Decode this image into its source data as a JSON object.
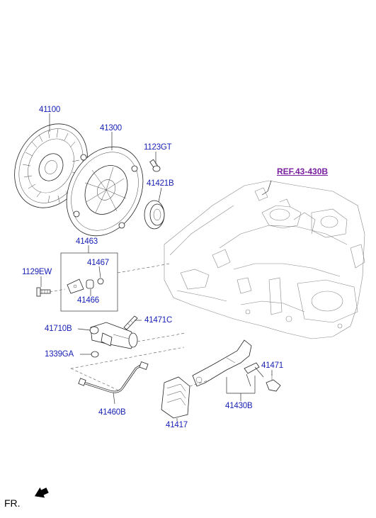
{
  "ref_link": "REF.43-430B",
  "direction_label": "FR.",
  "parts": {
    "p41100": "41100",
    "p41300": "41300",
    "p1123GT": "1123GT",
    "p41421B": "41421B",
    "p41463": "41463",
    "p41467": "41467",
    "p41466": "41466",
    "p1129EW": "1129EW",
    "p41710B": "41710B",
    "p41471C": "41471C",
    "p1339GA": "1339GA",
    "p41460B": "41460B",
    "p41417": "41417",
    "p41471": "41471",
    "p41430B": "41430B"
  },
  "colors": {
    "part_label": "#1a22b8",
    "ref_link": "#7a1fa0",
    "line_art": "#222222"
  }
}
